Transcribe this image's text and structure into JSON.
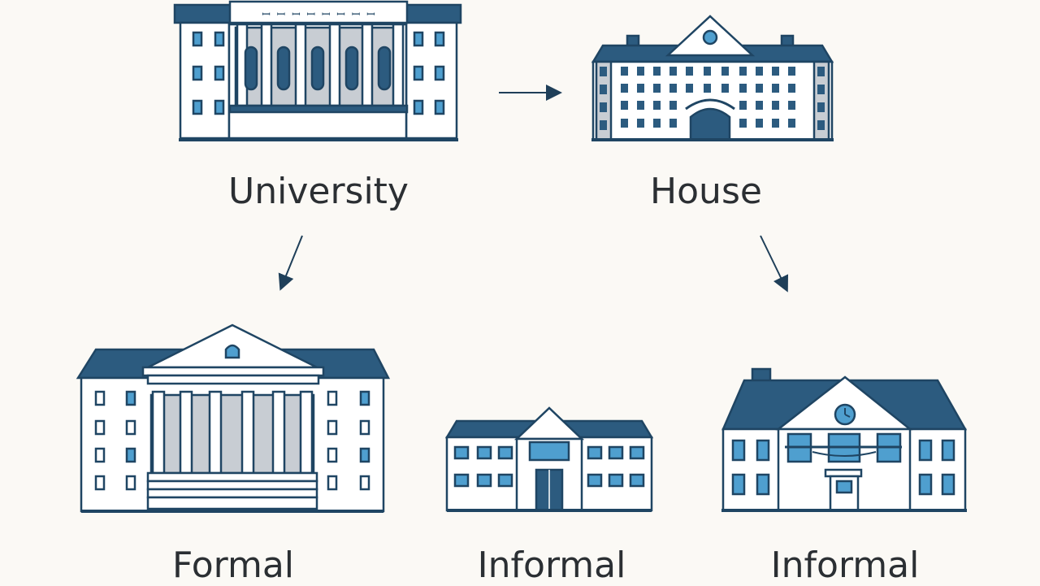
{
  "colors": {
    "background": "#fbf9f5",
    "roof": "#2c5b7f",
    "outline": "#1f4563",
    "window_fill": "#4f9fcf",
    "wall": "#ffffff",
    "column_shade": "#c8cdd3",
    "text": "#2b2f33"
  },
  "nodes": {
    "university": {
      "label": "University",
      "icon": "university-building-icon"
    },
    "house": {
      "label": "House",
      "icon": "apartment-building-icon"
    },
    "formal": {
      "label": "Formal",
      "icon": "classical-building-icon"
    },
    "informal_1": {
      "label": "Informal",
      "icon": "school-building-icon"
    },
    "informal_2": {
      "label": "Informal",
      "icon": "clock-house-icon"
    }
  },
  "edges": [
    {
      "from": "university",
      "to": "house"
    },
    {
      "from": "university",
      "to": "formal"
    },
    {
      "from": "house",
      "to": "informal_2"
    }
  ]
}
